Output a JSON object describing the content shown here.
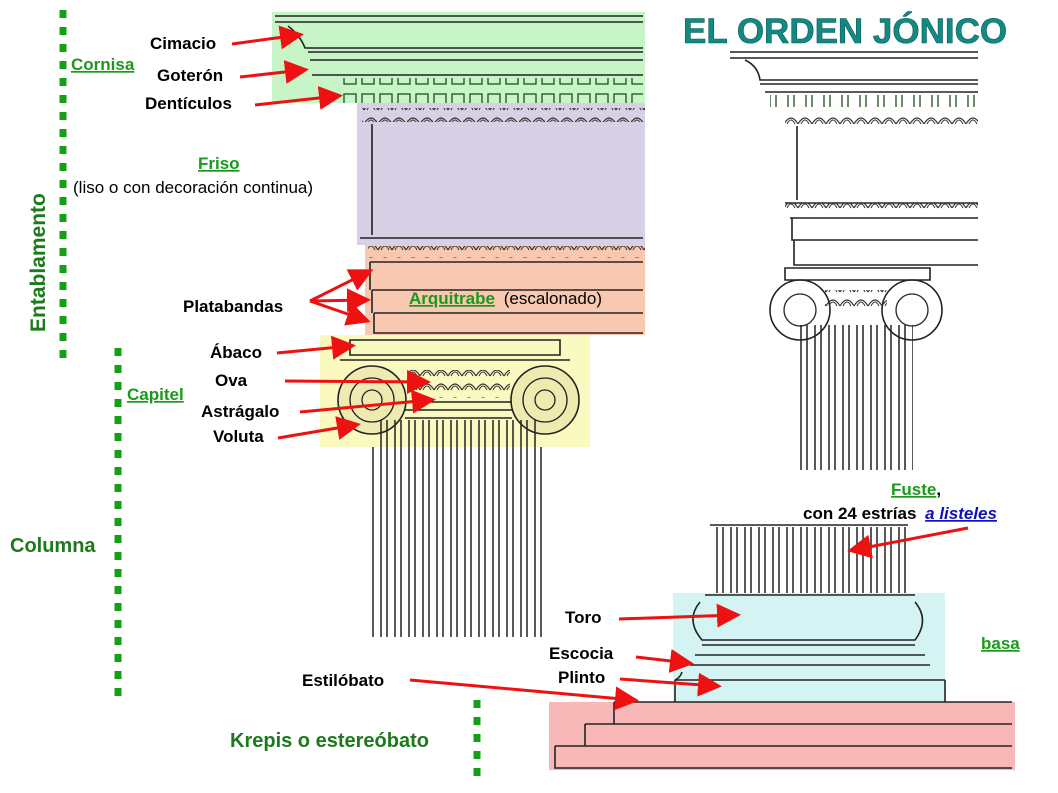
{
  "title": "EL ORDEN JÓNICO",
  "colors": {
    "title": "#128a84",
    "cornisa": "#c8f5c8",
    "friso": "#d8d0e4",
    "arquitrabe": "#f8c8b0",
    "capitel": "#fafac0",
    "basa": "#d4f4f4",
    "krepis": "#f8b8b8",
    "section_labels": "#1c7a1c",
    "part_labels": "#1a9a1a",
    "arrows": "#ee1111",
    "link": "#1010c0"
  },
  "sections": {
    "entablamento": "Entablamento",
    "columna": "Columna",
    "krepis": "Krepis o estereóbato"
  },
  "parts": {
    "cornisa": "Cornisa",
    "friso": "Friso",
    "friso_note": "(liso o con decoración continua)",
    "arquitrabe": "Arquitrabe",
    "arquitrabe_note": "(escalonado)",
    "capitel": "Capitel",
    "fuste": "Fuste",
    "fuste_comma": ",",
    "fuste_note": "con 24 estrías",
    "fuste_link": "a listeles",
    "basa": "basa"
  },
  "labels": {
    "cimacio": "Cimacio",
    "goteron": "Goterón",
    "denticulos": "Dentículos",
    "platabandas": "Platabandas",
    "abaco": "Ábaco",
    "ova": "Ova",
    "astragalo": "Astrágalo",
    "voluta": "Voluta",
    "toro": "Toro",
    "escocia": "Escocia",
    "plinto": "Plinto",
    "estilobato": "Estilóbato"
  }
}
